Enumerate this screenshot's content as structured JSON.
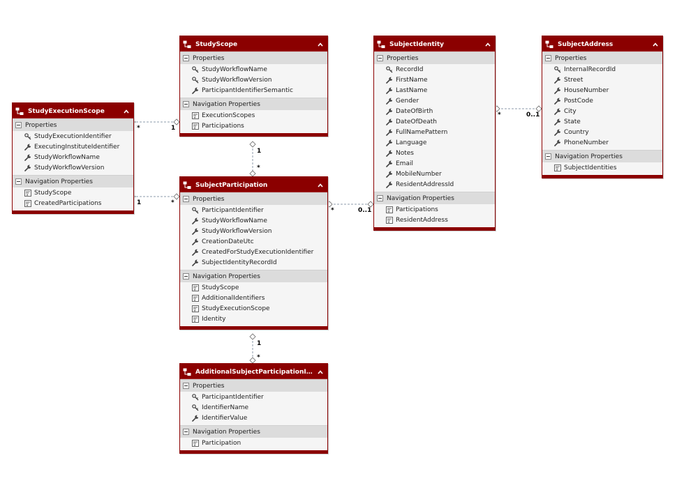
{
  "entities": [
    {
      "id": "study-scope",
      "title": "StudyScope",
      "properties_label": "Properties",
      "navigation_label": "Navigation Properties",
      "properties": [
        {
          "name": "StudyWorkflowName",
          "icon": "key-icon"
        },
        {
          "name": "StudyWorkflowVersion",
          "icon": "key-icon"
        },
        {
          "name": "ParticipantIdentifierSemantic",
          "icon": "wrench-icon"
        }
      ],
      "navigation": [
        "ExecutionScopes",
        "Participations"
      ]
    },
    {
      "id": "study-execution-scope",
      "title": "StudyExecutionScope",
      "properties_label": "Properties",
      "navigation_label": "Navigation Properties",
      "properties": [
        {
          "name": "StudyExecutionIdentifier",
          "icon": "key-icon"
        },
        {
          "name": "ExecutingInstituteIdentifier",
          "icon": "wrench-icon"
        },
        {
          "name": "StudyWorkflowName",
          "icon": "wrench-icon"
        },
        {
          "name": "StudyWorkflowVersion",
          "icon": "wrench-icon"
        }
      ],
      "navigation": [
        "StudyScope",
        "CreatedParticipations"
      ]
    },
    {
      "id": "subject-participation",
      "title": "SubjectParticipation",
      "properties_label": "Properties",
      "navigation_label": "Navigation Properties",
      "properties": [
        {
          "name": "ParticipantIdentifier",
          "icon": "key-icon"
        },
        {
          "name": "StudyWorkflowName",
          "icon": "wrench-icon"
        },
        {
          "name": "StudyWorkflowVersion",
          "icon": "wrench-icon"
        },
        {
          "name": "CreationDateUtc",
          "icon": "wrench-icon"
        },
        {
          "name": "CreatedForStudyExecutionIdentifier",
          "icon": "wrench-icon"
        },
        {
          "name": "SubjectIdentityRecordId",
          "icon": "wrench-icon"
        }
      ],
      "navigation": [
        "StudyScope",
        "AdditionalIdentifiers",
        "StudyExecutionScope",
        "Identity"
      ]
    },
    {
      "id": "additional-identifier",
      "title": "AdditionalSubjectParticipationIdentif...",
      "properties_label": "Properties",
      "navigation_label": "Navigation Properties",
      "properties": [
        {
          "name": "ParticipantIdentifier",
          "icon": "key-icon"
        },
        {
          "name": "IdentifierName",
          "icon": "key-icon"
        },
        {
          "name": "IdentifierValue",
          "icon": "wrench-icon"
        }
      ],
      "navigation": [
        "Participation"
      ]
    },
    {
      "id": "subject-identity",
      "title": "SubjectIdentity",
      "properties_label": "Properties",
      "navigation_label": "Navigation Properties",
      "properties": [
        {
          "name": "RecordId",
          "icon": "key-icon"
        },
        {
          "name": "FirstName",
          "icon": "wrench-icon"
        },
        {
          "name": "LastName",
          "icon": "wrench-icon"
        },
        {
          "name": "Gender",
          "icon": "wrench-icon"
        },
        {
          "name": "DateOfBirth",
          "icon": "wrench-icon"
        },
        {
          "name": "DateOfDeath",
          "icon": "wrench-icon"
        },
        {
          "name": "FullNamePattern",
          "icon": "wrench-icon"
        },
        {
          "name": "Language",
          "icon": "wrench-icon"
        },
        {
          "name": "Notes",
          "icon": "wrench-icon"
        },
        {
          "name": "Email",
          "icon": "wrench-icon"
        },
        {
          "name": "MobileNumber",
          "icon": "wrench-icon"
        },
        {
          "name": "ResidentAddressId",
          "icon": "wrench-icon"
        }
      ],
      "navigation": [
        "Participations",
        "ResidentAddress"
      ]
    },
    {
      "id": "subject-address",
      "title": "SubjectAddress",
      "properties_label": "Properties",
      "navigation_label": "Navigation Properties",
      "properties": [
        {
          "name": "InternalRecordId",
          "icon": "key-icon"
        },
        {
          "name": "Street",
          "icon": "wrench-icon"
        },
        {
          "name": "HouseNumber",
          "icon": "wrench-icon"
        },
        {
          "name": "PostCode",
          "icon": "wrench-icon"
        },
        {
          "name": "City",
          "icon": "wrench-icon"
        },
        {
          "name": "State",
          "icon": "wrench-icon"
        },
        {
          "name": "Country",
          "icon": "wrench-icon"
        },
        {
          "name": "PhoneNumber",
          "icon": "wrench-icon"
        }
      ],
      "navigation": [
        "SubjectIdentities"
      ]
    }
  ],
  "associations": [
    {
      "from": "study-execution-scope",
      "to": "study-scope",
      "from_mult": "*",
      "to_mult": "1"
    },
    {
      "from": "study-scope",
      "to": "subject-participation",
      "from_mult": "1",
      "to_mult": "*"
    },
    {
      "from": "study-execution-scope",
      "to": "subject-participation",
      "from_mult": "1",
      "to_mult": "*"
    },
    {
      "from": "subject-participation",
      "to": "subject-identity",
      "from_mult": "*",
      "to_mult": "0..1"
    },
    {
      "from": "subject-identity",
      "to": "subject-address",
      "from_mult": "*",
      "to_mult": "0..1"
    },
    {
      "from": "subject-participation",
      "to": "additional-identifier",
      "from_mult": "1",
      "to_mult": "*"
    }
  ],
  "colors": {
    "header": "#8b0000",
    "section": "#dcdcdc",
    "body": "#f5f5f5",
    "link": "#8c9bab"
  }
}
